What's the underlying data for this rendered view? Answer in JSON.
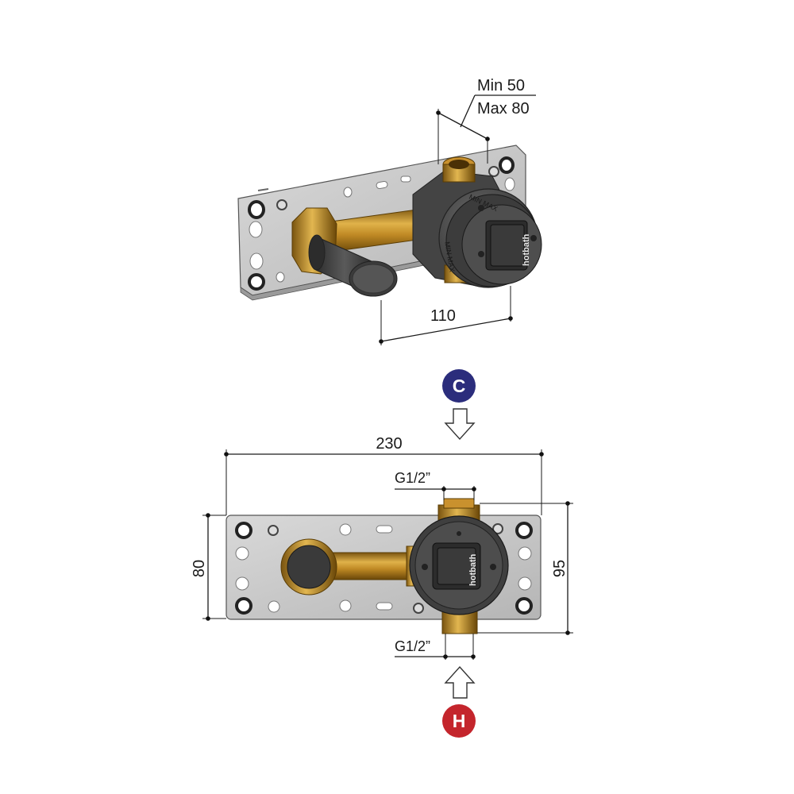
{
  "isometric_view": {
    "dim_min": "Min 50",
    "dim_max": "Max 80",
    "dim_depth": "110",
    "brand_label": "hotbath",
    "knob_text_top": "MIN MAX",
    "knob_text_side": "MIN MAX"
  },
  "front_view": {
    "dim_width": "230",
    "dim_height": "80",
    "dim_total_height": "95",
    "thread_top": "G1/2”",
    "thread_bottom": "G1/2”",
    "brand_label": "hotbath"
  },
  "inlets": {
    "cold_label": "C",
    "cold_color": "#2b2d7c",
    "hot_label": "H",
    "hot_color": "#c4252c"
  },
  "colors": {
    "plate": "#c8c8c8",
    "body": "#4a4a4a",
    "brass": "#b8862a"
  }
}
